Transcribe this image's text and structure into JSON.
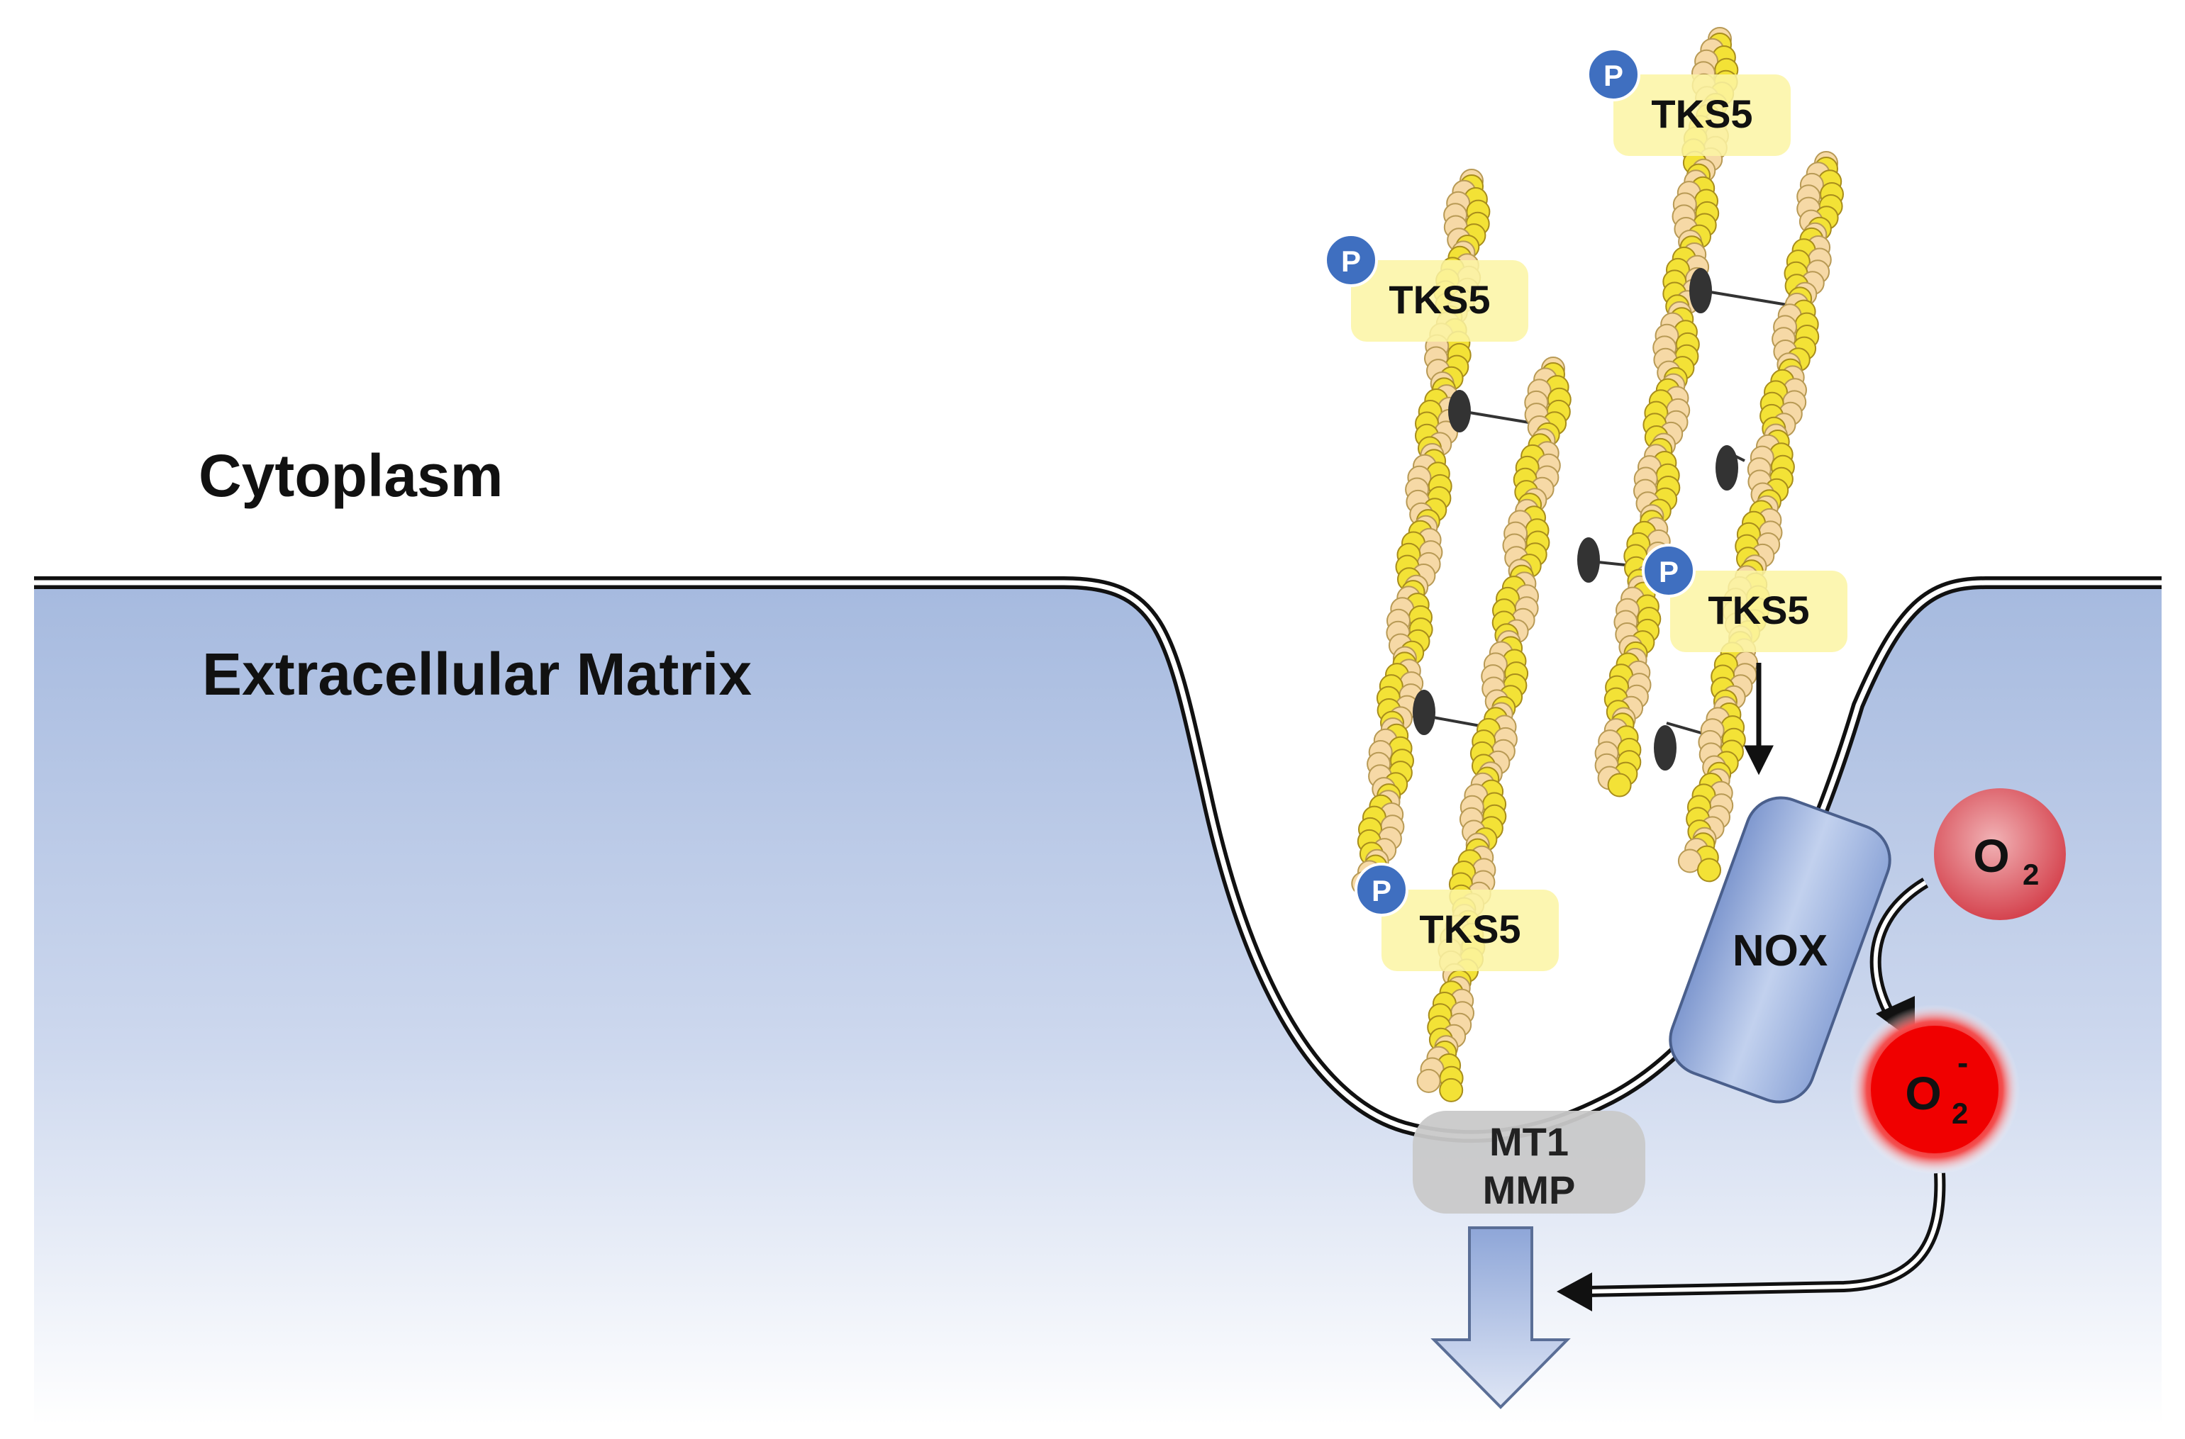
{
  "regions": {
    "cytoplasm": "Cytoplasm",
    "ecm": "Extracellular Matrix"
  },
  "proteins": {
    "tks5": [
      "TKS5",
      "TKS5",
      "TKS5",
      "TKS5"
    ],
    "phospho": [
      "P",
      "P",
      "P",
      "P"
    ],
    "nox": "NOX",
    "mmp_line1": "MT1",
    "mmp_line2": "MMP"
  },
  "molecules": {
    "oxygen_symbol": "O",
    "oxygen_subscript": "2",
    "superoxide_charge": "-"
  },
  "colors": {
    "ecm_top": "#a6badf",
    "ecm_bottom": "#ffffff",
    "actin_light": "#f6d9a6",
    "actin_yellow": "#f3e236",
    "tks_highlight": "#fbf5a3",
    "phospho_blue": "#3f6fc0",
    "nox_blue": "#8aa3d6",
    "mmp_gray": "#c9c9c9",
    "oxygen_red": "#d9545e",
    "superoxide_red": "#ee1111"
  }
}
